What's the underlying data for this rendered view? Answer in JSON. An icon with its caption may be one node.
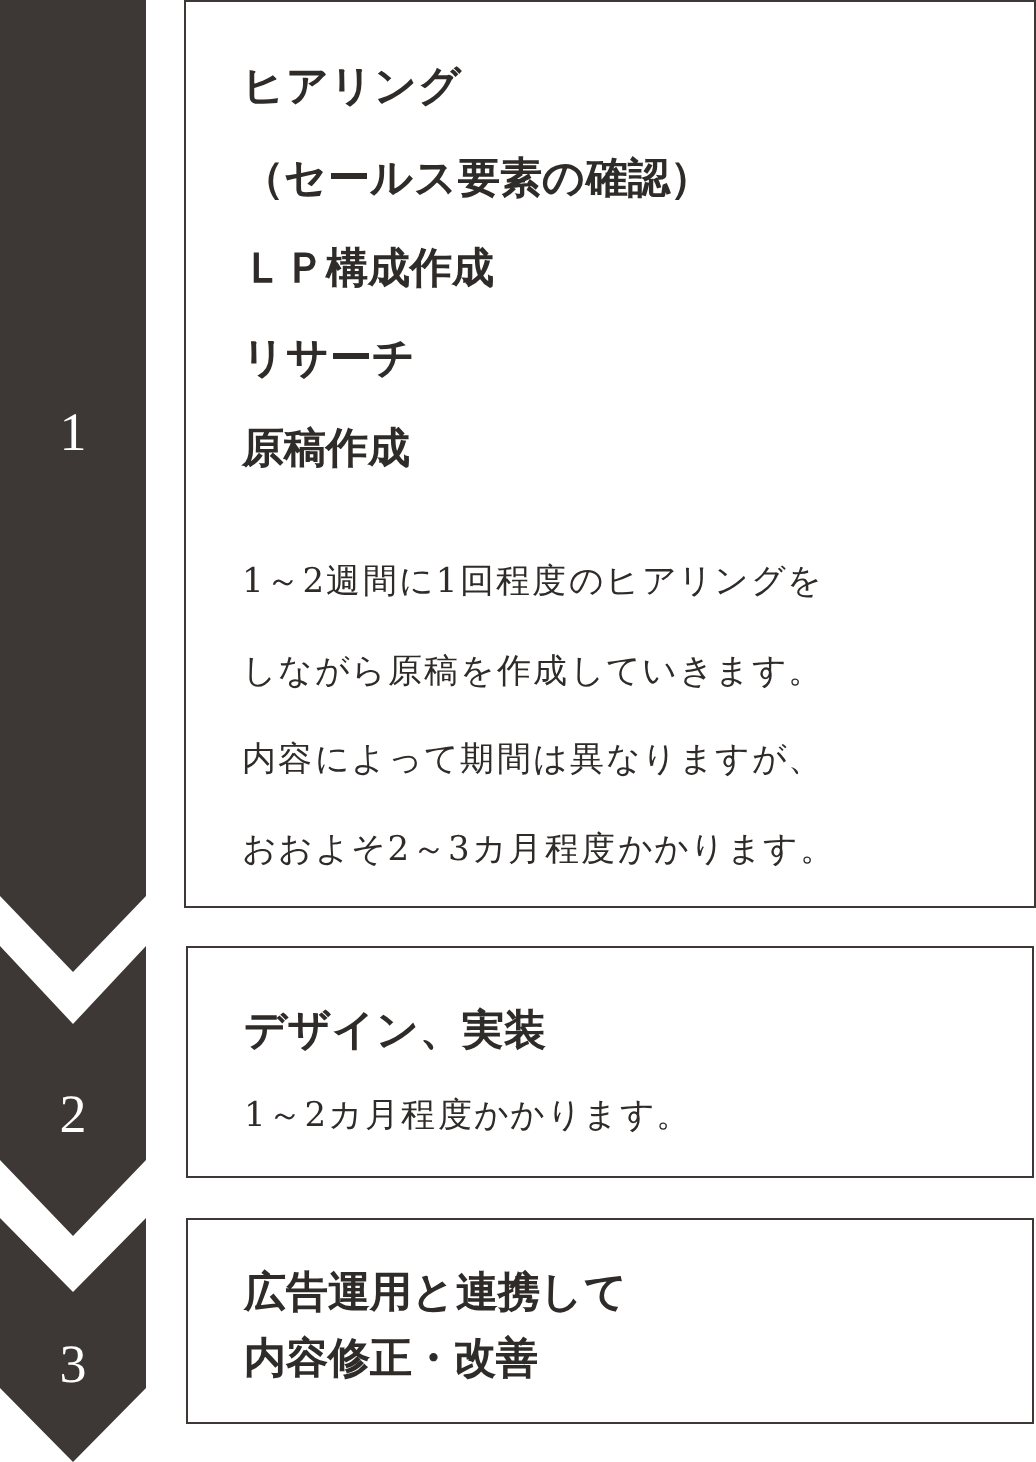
{
  "diagram": {
    "nodes": [
      {
        "text": [
          "1"
        ]
      },
      {
        "text": [
          "ヒアリング",
          "（セールス要素の確認）",
          "ＬＰ構成作成",
          "リサーチ",
          "原稿作成",
          "1～2週間に1回程度のヒアリングをしながら原稿を作成していきます。内容によって期間は異なりますが、おおよそ2～3カ月程度かかります。"
        ]
      },
      {
        "text": [
          "2"
        ]
      },
      {
        "text": [
          "デザイン、実装",
          "1～2カ月程度かかります。"
        ]
      },
      {
        "text": [
          "3"
        ]
      },
      {
        "text": [
          "広告運用と連携して内容修正・改善"
        ]
      }
    ]
  }
}
